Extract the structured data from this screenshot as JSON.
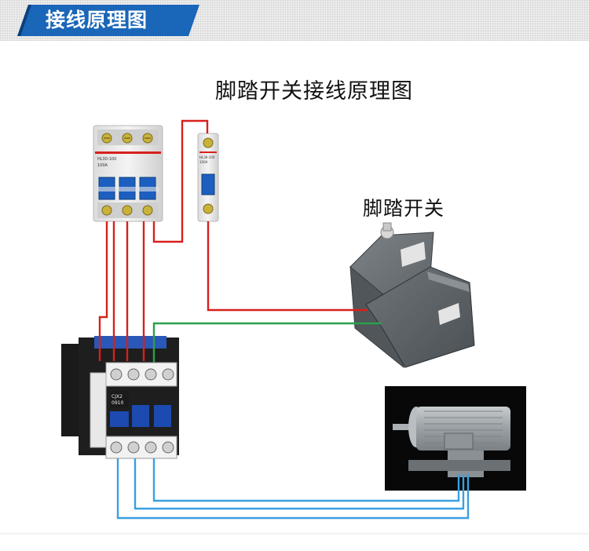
{
  "header": {
    "title": "接线原理图"
  },
  "diagram": {
    "title": "脚踏开关接线原理图",
    "pedal_switch_label": "脚踏开关"
  },
  "breaker_3p": {
    "model": "HL30-100",
    "rating": "100A"
  },
  "breaker_1p": {
    "model": "HL30-100",
    "rating": "100A"
  },
  "contactor": {
    "model_line1": "CJX2",
    "model_line2": "0910"
  },
  "colors": {
    "header_blue": "#1a66b8",
    "wire_red": "#d8201c",
    "wire_green": "#2aa04a",
    "wire_blue": "#3aa0e0"
  }
}
